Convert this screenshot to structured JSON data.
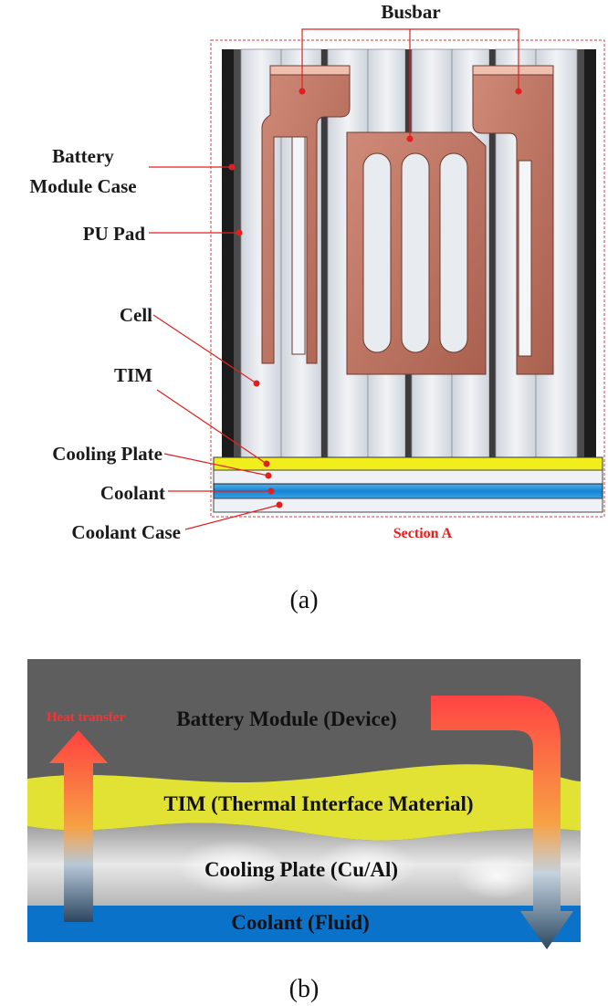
{
  "figure_a": {
    "labels": {
      "busbar": "Busbar",
      "battery_module_case_line1": "Battery",
      "battery_module_case_line2": "Module Case",
      "pu_pad": "PU Pad",
      "cell": "Cell",
      "tim": "TIM",
      "cooling_plate": "Cooling Plate",
      "coolant": "Coolant",
      "coolant_case": "Coolant Case",
      "section": "Section A"
    },
    "caption": "(a)",
    "colors": {
      "leader": "#e02020",
      "busbar": "#c07a6a",
      "cooling_plate": "#f2ee1e",
      "coolant": "#1e8fd8",
      "case": "#1c1c1c",
      "cell": "#dfe3ea",
      "section_box": "#e06060"
    }
  },
  "figure_b": {
    "layers": {
      "device": "Battery Module (Device)",
      "tim": "TIM (Thermal Interface Material)",
      "plate": "Cooling Plate (Cu/Al)",
      "fluid": "Coolant (Fluid)"
    },
    "heat_transfer": "Heat transfer",
    "caption": "(b)",
    "colors": {
      "device": "#5e5e5e",
      "tim": "#e2e234",
      "fluid": "#0a72c8",
      "heat_hot": "#ff3b3b",
      "heat_cool": "#2c4a66"
    }
  }
}
